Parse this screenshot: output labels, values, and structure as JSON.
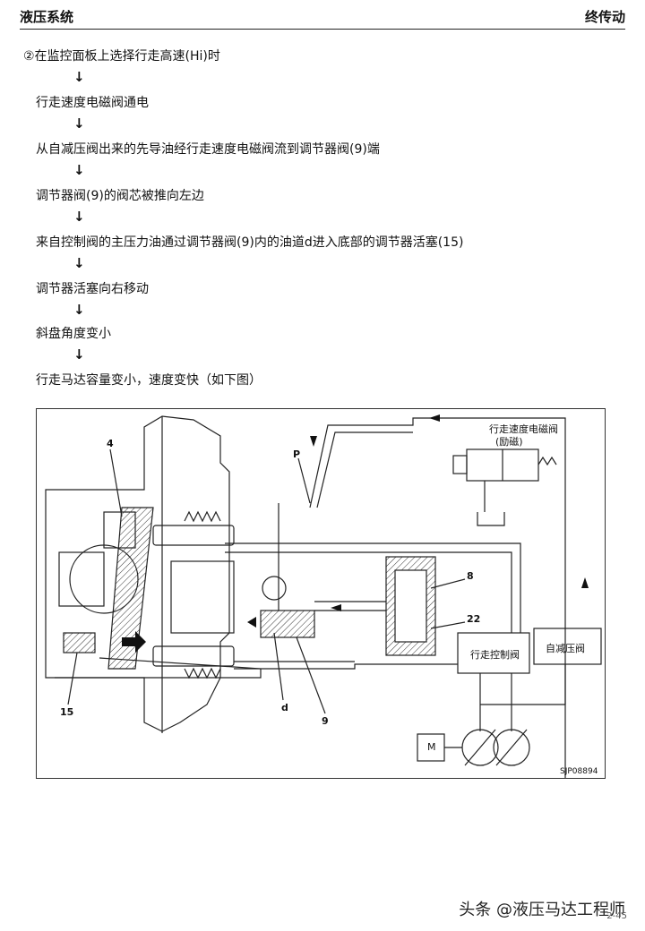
{
  "header": {
    "left": "液压系统",
    "right": "终传动"
  },
  "steps": [
    "②在监控面板上选择行走高速(Hi)时",
    "行走速度电磁阀通电",
    "从自减压阀出来的先导油经行走速度电磁阀流到调节器阀(9)端",
    "调节器阀(9)的阀芯被推向左边",
    "来自控制阀的主压力油通过调节器阀(9)内的油道d进入底部的调节器活塞(15)",
    "调节器活塞向右移动",
    "斜盘角度变小",
    "行走马达容量变小，速度变快（如下图）"
  ],
  "arrow_glyph": "↓",
  "figure": {
    "labels": {
      "n4": "4",
      "P": "P",
      "n8": "8",
      "n22": "22",
      "n15": "15",
      "d": "d",
      "n9": "9",
      "solenoid_title": "行走速度电磁阀",
      "solenoid_state": "(励磁)",
      "travel_valve": "行走控制阀",
      "reducing_valve": "自减压阀",
      "motor": "M",
      "code": "SJP08894"
    }
  },
  "watermark": "头条 @液压马达工程师",
  "page_number": "2-45"
}
